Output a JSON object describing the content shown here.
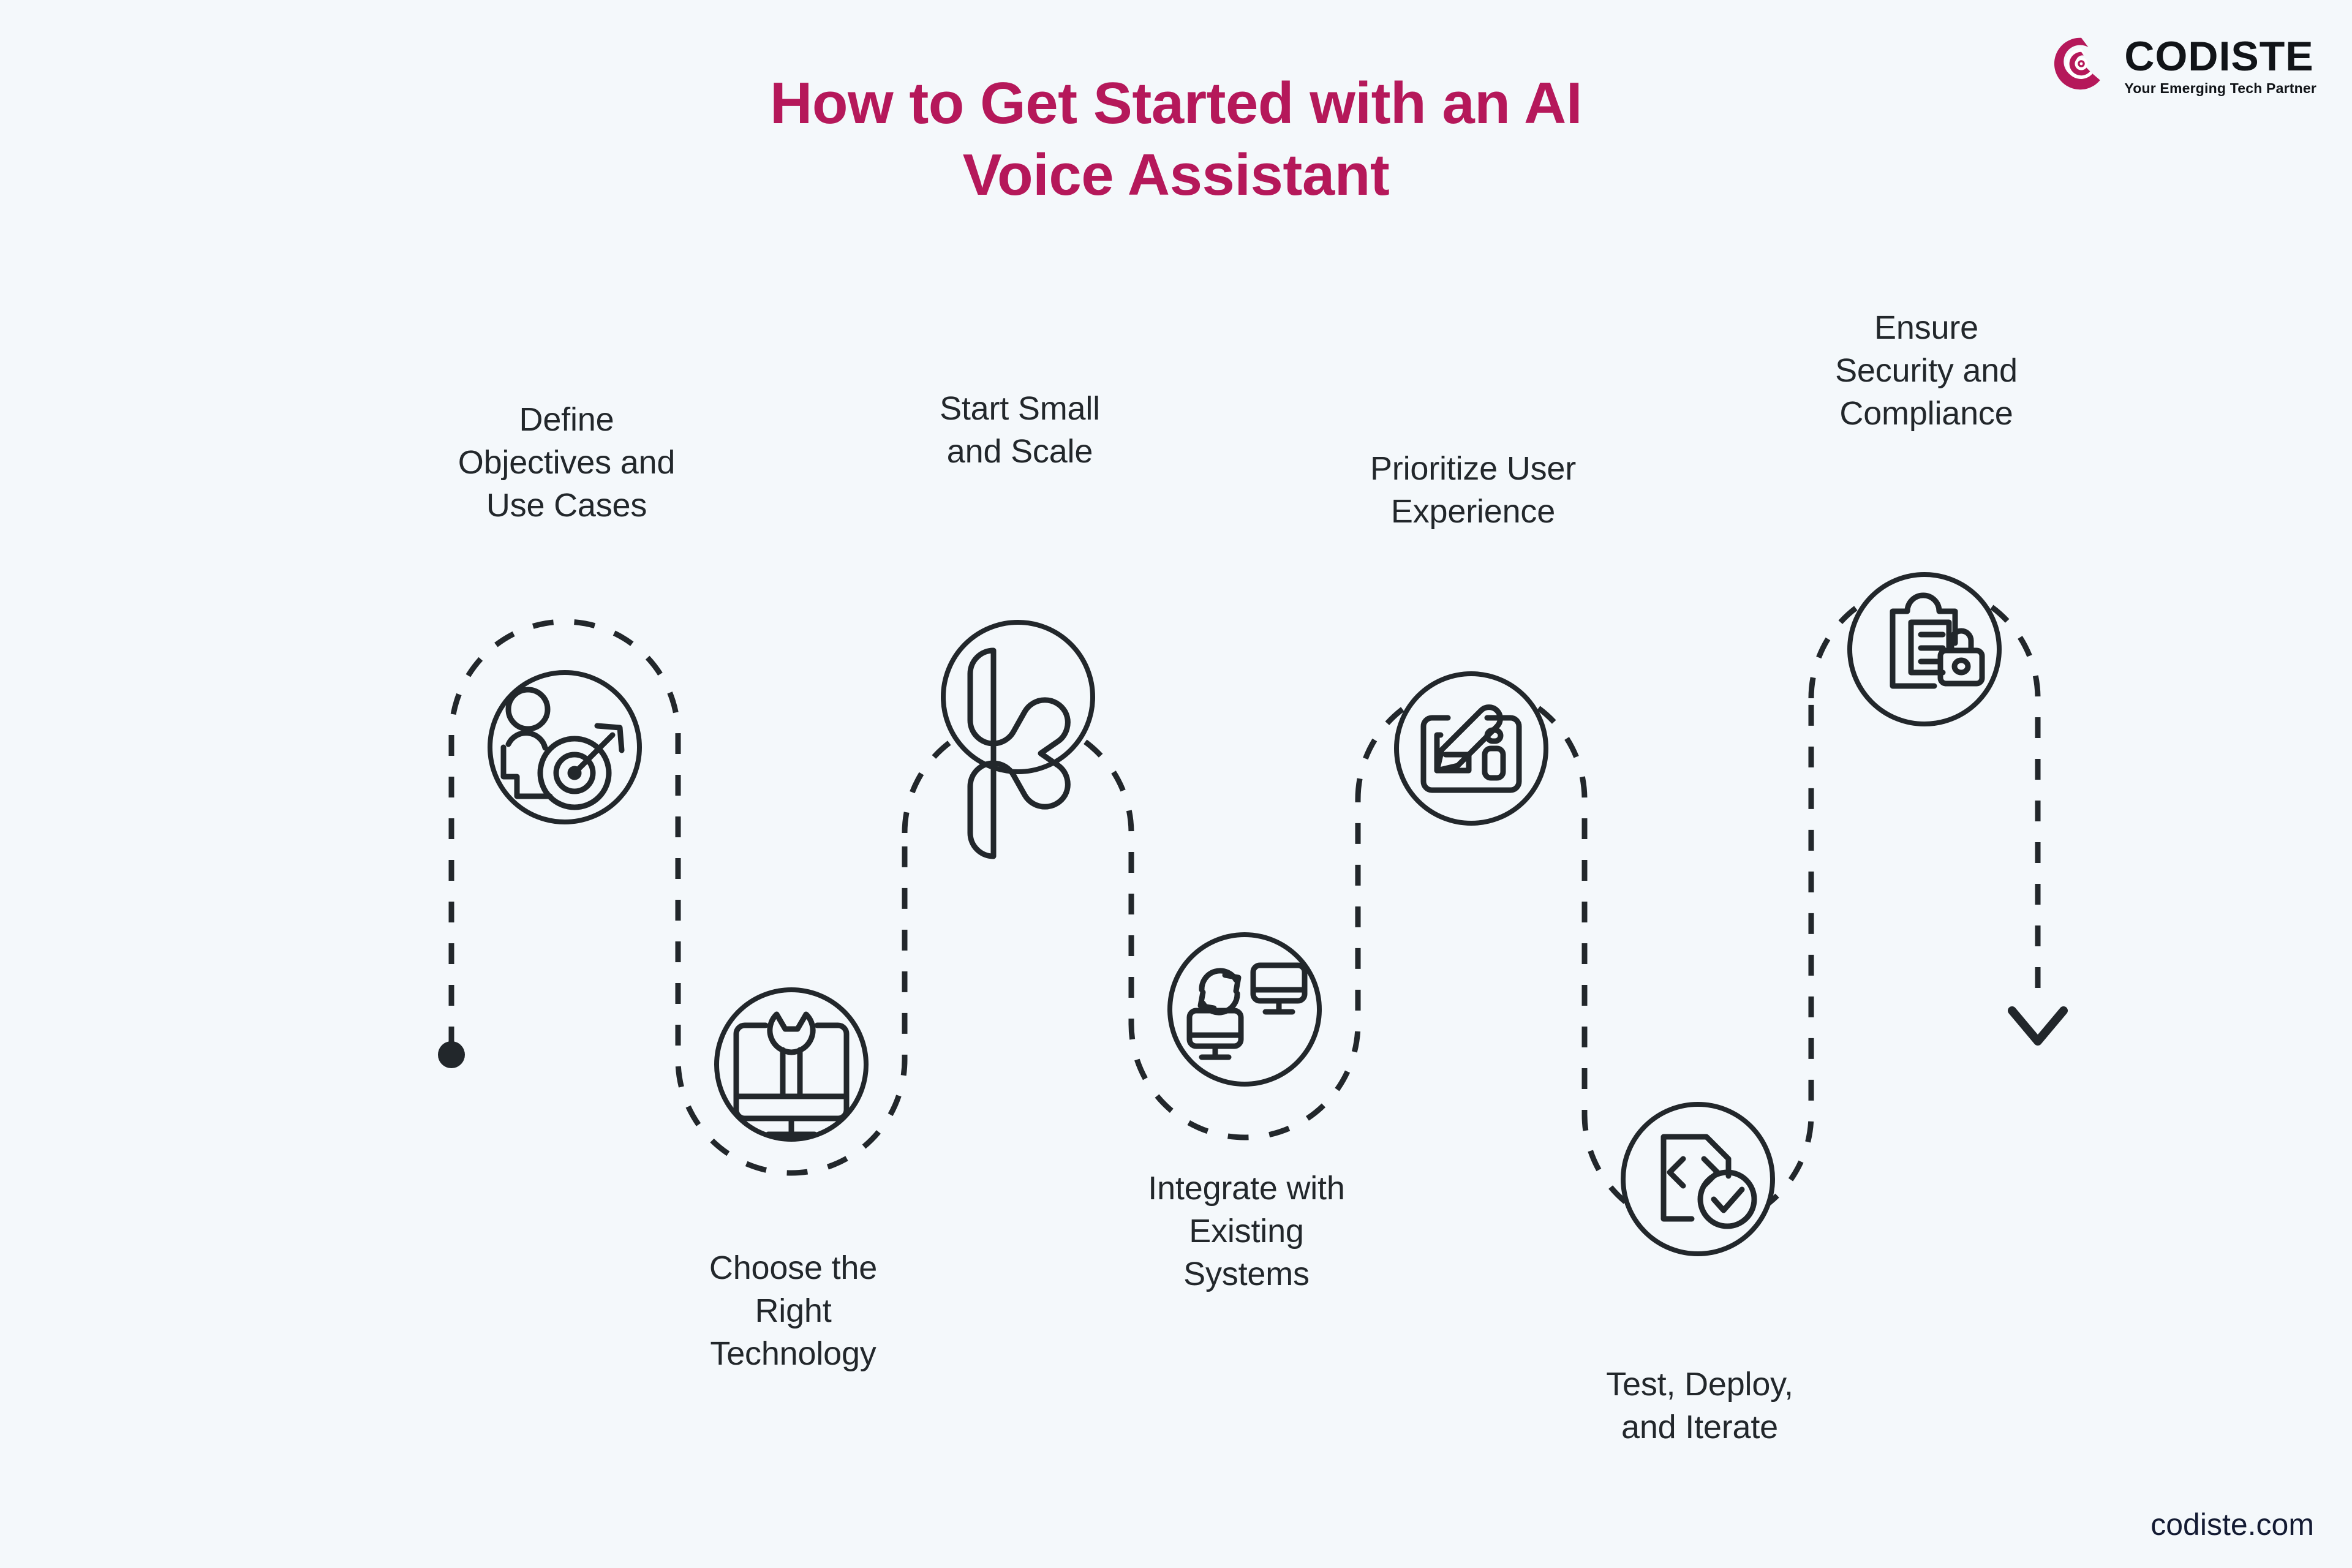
{
  "background_color": "#f4f8fb",
  "accent_color": "#b5185a",
  "line_color": "#22272b",
  "header": {
    "title_line1": "How to Get Started with an AI",
    "title_line2": "Voice Assistant",
    "logo": {
      "brand": "CODISTE",
      "tagline": "Your Emerging Tech Partner",
      "mark_icon": "codiste-circle-logo-icon",
      "mark_color": "#b5185a"
    }
  },
  "flow": {
    "start_marker": "start-dot",
    "end_marker": "arrow-down",
    "path_style": "dashed",
    "steps": [
      {
        "index": 1,
        "label": "Define\nObjectives and\nUse Cases",
        "icon": "person-target-icon",
        "label_position": "above"
      },
      {
        "index": 2,
        "label": "Choose the\nRight\nTechnology",
        "icon": "monitor-wrench-icon",
        "label_position": "below"
      },
      {
        "index": 3,
        "label": "Start Small\nand Scale",
        "icon": "rounded-k-icon",
        "label_position": "above"
      },
      {
        "index": 4,
        "label": "Integrate with\nExisting\nSystems",
        "icon": "two-monitors-sync-icon",
        "label_position": "below"
      },
      {
        "index": 5,
        "label": "Prioritize User\nExperience",
        "icon": "wireframe-pencil-icon",
        "label_position": "above"
      },
      {
        "index": 6,
        "label": "Test, Deploy,\nand Iterate",
        "icon": "code-file-check-icon",
        "label_position": "below"
      },
      {
        "index": 7,
        "label": "Ensure\nSecurity and\nCompliance",
        "icon": "clipboard-lock-icon",
        "label_position": "above"
      }
    ]
  },
  "footer": {
    "url": "codiste.com"
  }
}
